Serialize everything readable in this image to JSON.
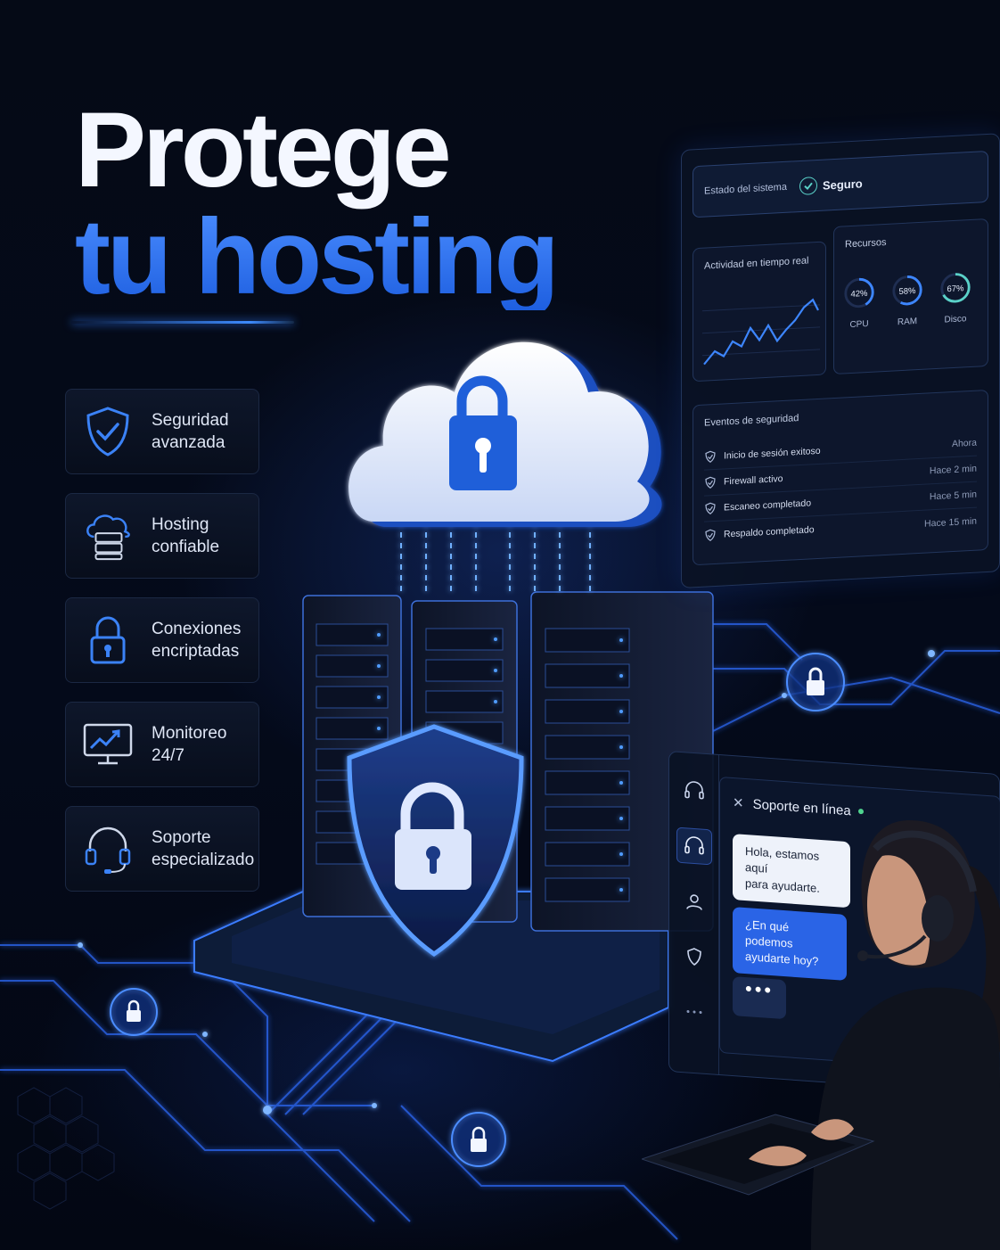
{
  "hero": {
    "title_line1": "Protege",
    "title_line2": "tu hosting"
  },
  "features": [
    {
      "icon": "shield-check-icon",
      "label": "Seguridad\navanzada"
    },
    {
      "icon": "cloud-server-icon",
      "label": "Hosting\nconfiable"
    },
    {
      "icon": "lock-icon",
      "label": "Conexiones\nencriptadas"
    },
    {
      "icon": "monitor-chart-icon",
      "label": "Monitoreo\n24/7"
    },
    {
      "icon": "headset-icon",
      "label": "Soporte\nespecializado"
    }
  ],
  "dashboard": {
    "status_label": "Estado del sistema",
    "status_value": "Seguro",
    "activity_title": "Actividad en tiempo real",
    "resources_title": "Recursos",
    "resources": [
      {
        "label": "CPU",
        "value": "42%",
        "fraction": 0.42
      },
      {
        "label": "RAM",
        "value": "58%",
        "fraction": 0.58
      },
      {
        "label": "Disco",
        "value": "67%",
        "fraction": 0.67
      }
    ],
    "events_title": "Eventos de seguridad",
    "events": [
      {
        "text": "Inicio de sesión exitoso",
        "time": "Ahora"
      },
      {
        "text": "Firewall activo",
        "time": "Hace 2 min"
      },
      {
        "text": "Escaneo completado",
        "time": "Hace 5 min"
      },
      {
        "text": "Respaldo completado",
        "time": "Hace 15 min"
      }
    ]
  },
  "chat": {
    "title": "Soporte en línea",
    "message_agent": "Hola, estamos aquí\npara ayudarte.",
    "message_question": "¿En qué podemos\nayudarte hoy?",
    "typing": "•••"
  },
  "colors": {
    "accent": "#2f74f2",
    "background": "#040914",
    "glow": "#3d8bff"
  }
}
